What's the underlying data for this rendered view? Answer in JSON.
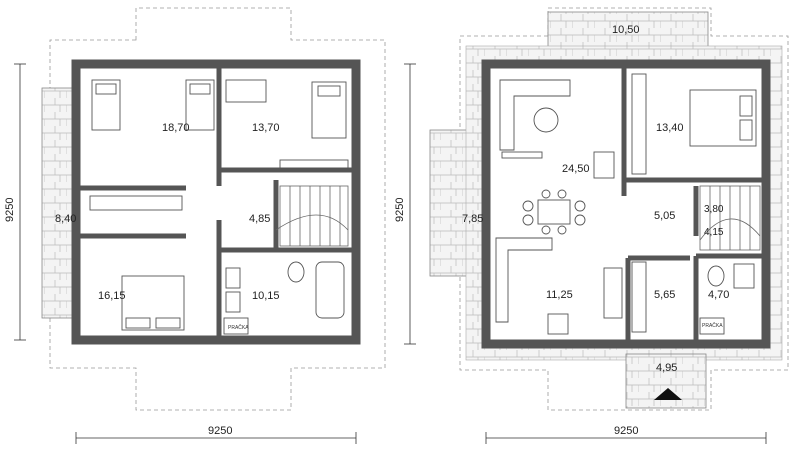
{
  "upper_floor": {
    "rooms": {
      "bedroom_a": "18,70",
      "bedroom_b": "13,70",
      "hall": "4,85",
      "balcony": "8,40",
      "bedroom_c": "16,15",
      "bathroom": "10,15"
    },
    "laundry_label": "PRAČKA",
    "width_dim": "9250",
    "depth_dim": "9250"
  },
  "ground_floor": {
    "rooms": {
      "terrace": "10,50",
      "living": "24,50",
      "bedroom": "13,40",
      "winter_garden": "7,85",
      "hall": "5,05",
      "stair_a": "3,80",
      "stair_b": "4,15",
      "kitchen": "11,25",
      "storage": "5,65",
      "wc": "4,70",
      "entrance": "4,95"
    },
    "laundry_label": "PRAČKA",
    "width_dim": "9250",
    "depth_dim": "9250"
  }
}
